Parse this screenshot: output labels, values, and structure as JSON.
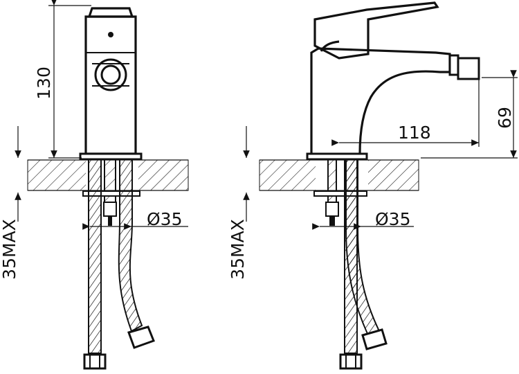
{
  "front_view": {
    "height_dim": "130",
    "diameter_dim": "Ø35",
    "thickness_dim": "35MAX"
  },
  "side_view": {
    "reach_dim": "118",
    "height_dim": "69",
    "diameter_dim": "Ø35",
    "thickness_dim": "35MAX"
  }
}
